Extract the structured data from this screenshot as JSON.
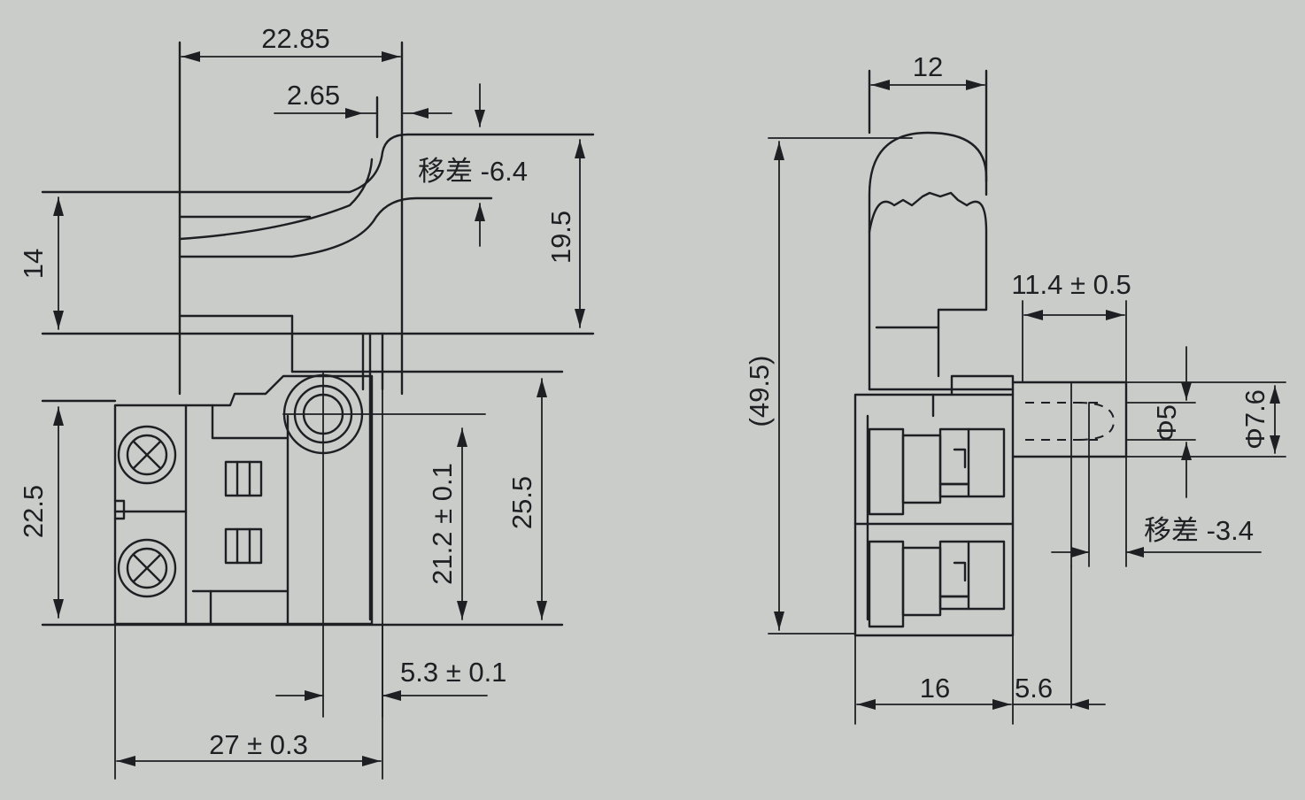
{
  "side_view": {
    "dim_top_width": "22.85",
    "dim_offset": "2.65",
    "dim_stroke_shift": "移差 -6.4",
    "dim_upper_height": "14",
    "dim_trigger_height": "19.5",
    "dim_body_height": "22.5",
    "dim_pivot_height": "21.2 ± 0.1",
    "dim_right_height": "25.5",
    "dim_pivot_offset": "5.3 ± 0.1",
    "dim_body_width": "27 ± 0.3"
  },
  "end_view": {
    "dim_top_width": "12",
    "dim_total_height": "(49.5)",
    "dim_shaft_length": "11.4 ± 0.5",
    "dim_shaft_inner_dia": "Φ5",
    "dim_shaft_outer_dia": "Φ7.6",
    "dim_stroke_shift": "移差 -3.4",
    "dim_body_width": "16",
    "dim_step": "5.6"
  }
}
